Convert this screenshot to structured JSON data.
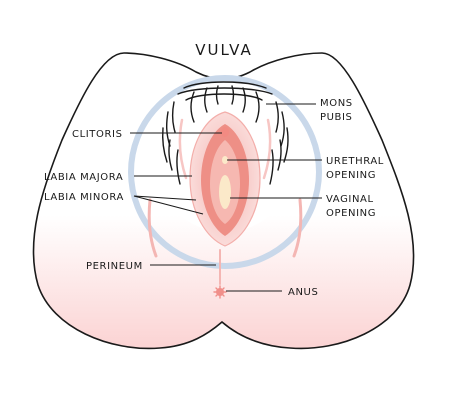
{
  "title": "VULVA",
  "labels": {
    "mons_pubis": [
      "MONS",
      "PUBIS"
    ],
    "clitoris": "CLITORIS",
    "labia_majora": "LABIA MAJORA",
    "labia_minora": "LABIA MINORA",
    "urethral_opening": [
      "URETHRAL",
      "OPENING"
    ],
    "vaginal_opening": [
      "VAGINAL",
      "OPENING"
    ],
    "perineum": "PERINEUM",
    "anus": "ANUS"
  },
  "colors": {
    "outline": "#1a1a1a",
    "skin_gradient_top": "#ffffff",
    "skin_gradient_bottom": "#fbd7d7",
    "halo": "#c9d8ea",
    "labia_majora": "#f7c6c4",
    "labia_minora": "#ee8f86",
    "vestibule": "#f5b2ab",
    "opening": "#fbe9c9",
    "anus": "#f08f8a"
  }
}
